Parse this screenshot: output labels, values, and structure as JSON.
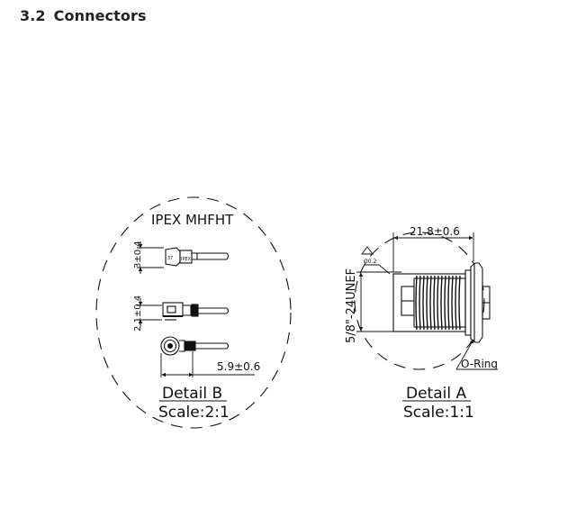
{
  "section": {
    "number": "3.2",
    "title": "Connectors"
  },
  "detail_b": {
    "part_label": "IPEX MHFHT",
    "dim_height_1": "3±0.4",
    "dim_height_2": "2.1±0.4",
    "dim_length": "5.9±0.6",
    "caption": "Detail B",
    "scale": "Scale:2:1",
    "mark_1": "37",
    "mark_2": "IPEX"
  },
  "detail_a": {
    "dim_length": "21.8±0.6",
    "thread": "5/8\"-24UNEF",
    "ring_label": "O-Ring",
    "caption": "Detail A",
    "scale": "Scale:1:1",
    "flatness_value": "Ø0.2"
  }
}
